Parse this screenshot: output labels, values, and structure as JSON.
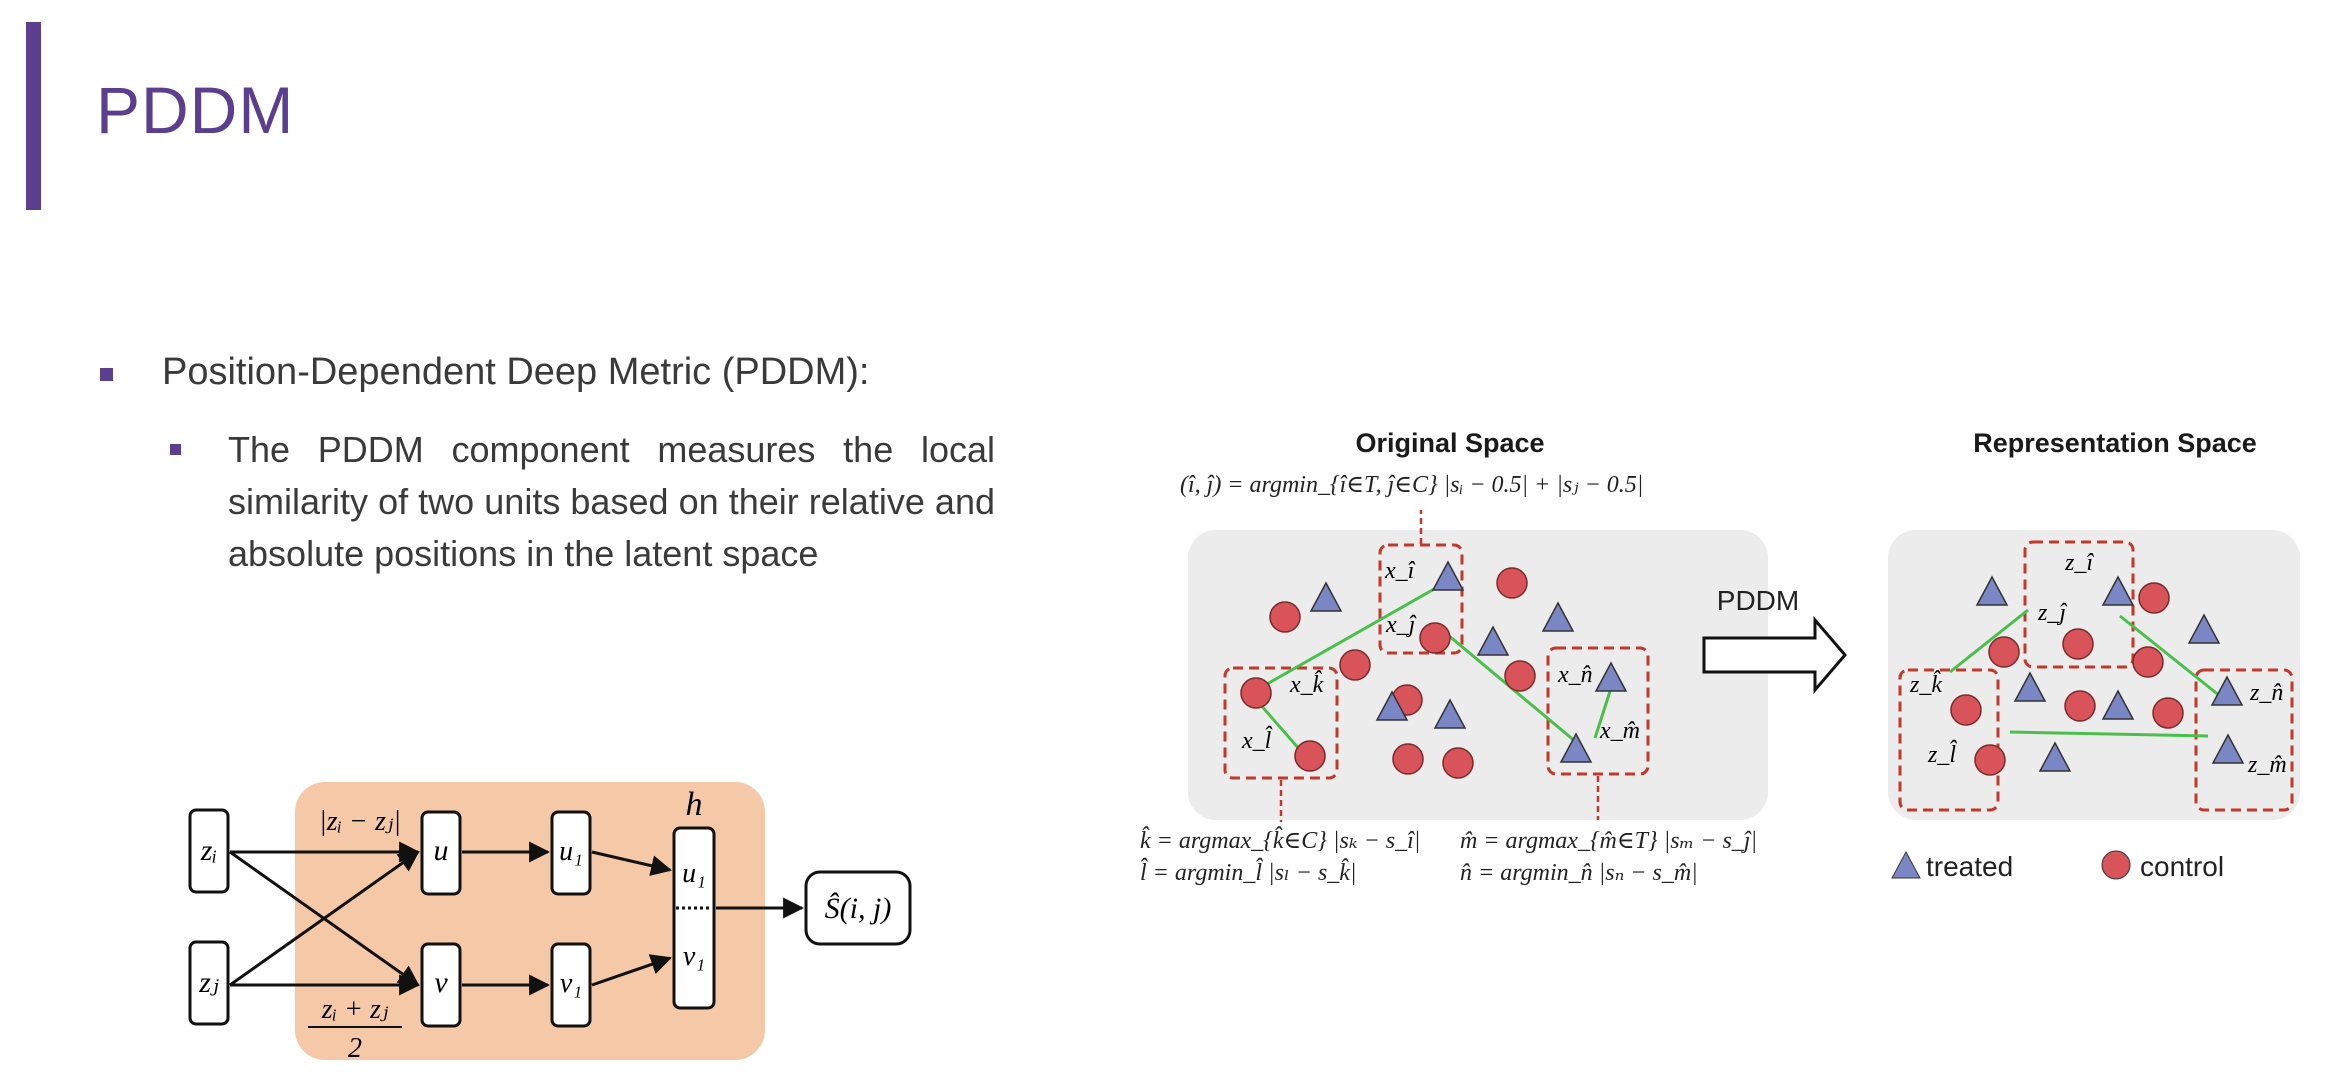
{
  "slide": {
    "title": "PDDM",
    "accent_color": "#5b3f8e",
    "bullet_main": "Position-Dependent Deep Metric (PDDM):",
    "bullet_sub": "The PDDM component measures the local similarity of two units based on their relative and absolute positions in the latent space"
  },
  "network_diagram": {
    "panel_color": "#f5c9a8",
    "input_i": "zᵢ",
    "input_j": "zⱼ",
    "edge_abs_diff": "|zᵢ − zⱼ|",
    "edge_mean_num": "zᵢ + zⱼ",
    "edge_mean_den": "2",
    "node_u": "u",
    "node_v": "v",
    "node_u1": "u₁",
    "node_v1": "v₁",
    "concat_label": "h",
    "concat_u1": "u₁",
    "concat_v1": "v₁",
    "output": "Ŝ(i, j)"
  },
  "space_figure": {
    "original_title": "Original Space",
    "representation_title": "Representation Space",
    "arrow_label": "PDDM",
    "formula_ij": "(î, ĵ) = argmin_{î∈T, ĵ∈C} |sᵢ − 0.5| + |sⱼ − 0.5|",
    "formula_k": "k̂ = argmax_{k̂∈C} |sₖ − s_î|",
    "formula_l": "l̂ = argmin_l̂ |sₗ − s_k̂|",
    "formula_m": "m̂ = argmax_{m̂∈T} |sₘ − s_ĵ|",
    "formula_n": "n̂ = argmin_n̂ |sₙ − s_m̂|",
    "x_i": "x_î",
    "x_j": "x_ĵ",
    "x_k": "x_k̂",
    "x_l": "x_l̂",
    "x_n": "x_n̂",
    "x_m": "x_m̂",
    "z_i": "z_î",
    "z_j": "z_ĵ",
    "z_k": "z_k̂",
    "z_l": "z_l̂",
    "z_n": "z_n̂",
    "z_m": "z_m̂",
    "legend_treated": "treated",
    "legend_control": "control",
    "treated_color": "#7b86c4",
    "control_color": "#d8545a",
    "box_color": "#c0392b",
    "link_color": "#4bbf4b"
  }
}
